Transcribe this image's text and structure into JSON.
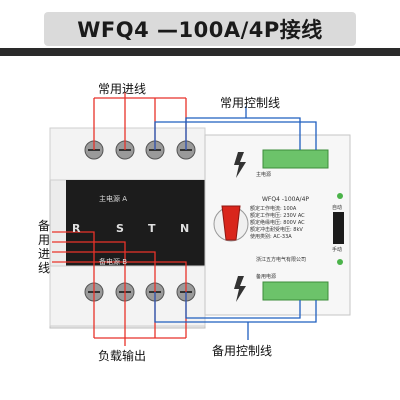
{
  "title": "WFQ4 —100A/4P接线",
  "labels": {
    "main_in": "常用进线",
    "main_ctrl": "常用控制线",
    "backup_in_1": "备",
    "backup_in_2": "用",
    "backup_in_3": "进",
    "backup_in_4": "线",
    "load_out": "负载输出",
    "backup_ctrl": "备用控制线"
  },
  "device": {
    "main_source": "主电源 A",
    "backup_source": "备电源 B",
    "phases": [
      "R",
      "S",
      "T",
      "N"
    ],
    "model": "WFQ4 -100A/4P",
    "manufacturer": "浙江五方电气有限公司",
    "main_source_indicator": "主电源",
    "backup_source_indicator": "备用电源",
    "switch_labels": [
      "自动",
      "手动"
    ],
    "spec_lines": [
      "额定工作电流: 100A",
      "额定工作电压: 230V AC",
      "额定绝缘电压: 800V AC",
      "额定冲击耐受电压: 8kV",
      "使用类别: AC-33A"
    ]
  },
  "colors": {
    "wire_red": "#e8322a",
    "wire_blue": "#1f5fbf",
    "terminal_green": "#6cc36a",
    "knob_red": "#d9261c",
    "dark": "#1c1c1c"
  }
}
